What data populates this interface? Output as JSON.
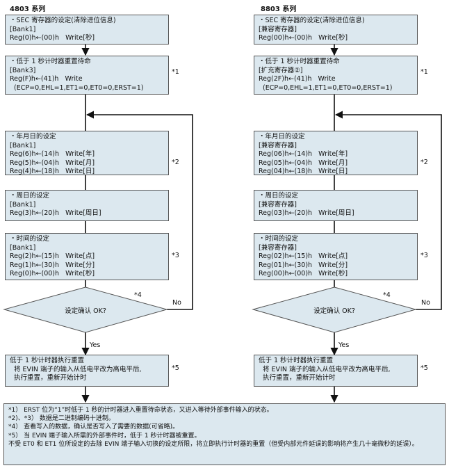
{
  "left": {
    "title": "4803 系列",
    "box1": [
      "・SEC 寄存器的设定(清除进位信息)",
      "[Bank1]",
      "Reg(0)h←(00)h   Write[秒]"
    ],
    "box2": [
      "・低于 1 秒计时器重置待命",
      "[Bank3]",
      "Reg(F)h←(41)h   Write",
      "  (ECP=0,EHL=1,ET1=0,ET0=0,ERST=1)"
    ],
    "box3": [
      "・年月日的设定",
      "[Bank1]",
      "Reg(6)h←(14)h   Write[年]",
      "Reg(5)h←(04)h   Write[月]",
      "Reg(4)h←(18)h   Write[日]"
    ],
    "box4": [
      "・周日的设定",
      "[Bank1]",
      "Reg(3)h←(20)h   Write[周日]"
    ],
    "box5": [
      "・时间的设定",
      "[Bank1]",
      "Reg(2)h←(15)h   Write[点]",
      "Reg(1)h←(30)h   Write[分]",
      "Reg(0)h←(00)h   Write[秒]"
    ],
    "decision": "设定确认 OK?",
    "yes": "Yes",
    "no": "No",
    "box6": [
      "低于 1 秒计时器执行重置",
      "  将 EVIN 端子的输入从低电平改为高电平后,",
      "  执行重置，重新开始计时"
    ]
  },
  "right": {
    "title": "8803 系列",
    "box1": [
      "・SEC 寄存器的设定(清除进位信息)",
      "[兼容寄存器]",
      "Reg(00)h←(00)h   Write[秒]"
    ],
    "box2": [
      "・低于 1 秒计时器重置待命",
      "[扩充寄存器②]",
      "Reg(2F)h←(41)h   Write",
      "  (ECP=0,EHL=1,ET1=0,ET0=0,ERST=1)"
    ],
    "box3": [
      "・年月日的设定",
      "[兼容寄存器]",
      "Reg(06)h←(14)h   Write[年]",
      "Reg(05)h←(04)h   Write[月]",
      "Reg(04)h←(18)h   Write[日]"
    ],
    "box4": [
      "・周日的设定",
      "[兼容寄存器]",
      "Reg(03)h←(20)h   Write[周日]"
    ],
    "box5": [
      "・时间的设定",
      "[兼容寄存器]",
      "Reg(02)h←(15)h   Write[点]",
      "Reg(01)h←(30)h   Write[分]",
      "Reg(00)h←(00)h   Write[秒]"
    ],
    "decision": "设定确认 OK?",
    "yes": "Yes",
    "no": "No",
    "box6": [
      "低于 1 秒计时器执行重置",
      "  将 EVIN 端子的输入从低电平改为高电平后,",
      "  执行重置，重新开始计时"
    ]
  },
  "refs": {
    "r1": "*1",
    "r2": "*2",
    "r3": "*3",
    "r4": "*4",
    "r5": "*5"
  },
  "notes": [
    "*1）  ERST 位为“1”时低于 1 秒的计时器进入重置待命状态，又进入等待外部事件输入的状态。",
    "*2)、*3）  数据是二进制编码十进制。",
    "*4）  查看写入的数据，确认是否写入了需要的数据(可省略)。",
    "*5）  当 EVIN 端子输入所需的外部事件时，低于 1 秒计时器被重置。",
    "不受 ET0 和 ET1 位所设定的去除 EVIN 端子输入切换的设定所限，将立即执行计时器的重置（但受内部元件延误的影响将产生几十毫微秒的延误）。"
  ]
}
